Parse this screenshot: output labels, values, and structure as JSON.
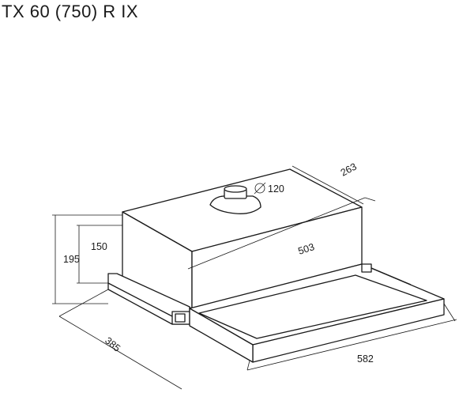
{
  "title": "TX 60 (750) R IX",
  "dimensions": {
    "depth": "263",
    "outlet_symbol": "∅",
    "outlet_diameter": "120",
    "body_width": "503",
    "body_height": "150",
    "total_height": "195",
    "total_depth": "385",
    "total_width": "582"
  }
}
